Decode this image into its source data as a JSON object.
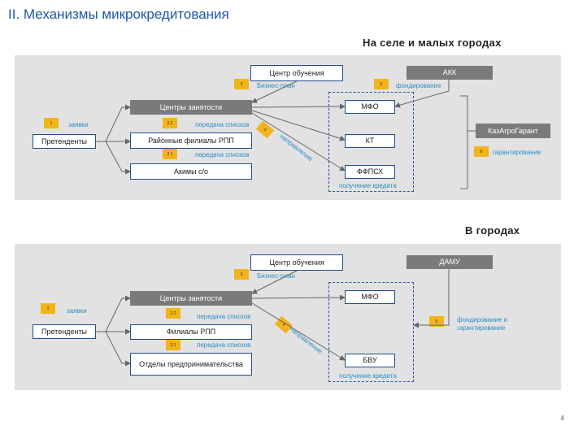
{
  "title": "II. Механизмы микрокредитования",
  "page_number": "4",
  "rural": {
    "heading": "На селе и малых городах",
    "boxes": {
      "training_center": "Центр обучения",
      "akk": "АКК",
      "employment_centers": "Центры занятости",
      "district_branches": "Районные филиалы РПП",
      "akims": "Акимы с/о",
      "applicants": "Претенденты",
      "mfo": "МФО",
      "kt": "КТ",
      "ffpsh": "ФФПСХ",
      "kazagrogarant": "КазАгроГарант"
    },
    "labels": {
      "business_plan": "Бизнес-план",
      "funding": "фондирование",
      "applications": "заявки",
      "list_transfer_1": "передача списков",
      "list_transfer_2": "передача списков",
      "direction": "направление",
      "guarantee": "гарантирование",
      "loan_receipt": "получение кредита"
    },
    "badges": {
      "b1": "1",
      "b22": "2.2",
      "b21": "2.1",
      "b3": "3",
      "b4": "4",
      "b5": "5",
      "b6": "6"
    }
  },
  "city": {
    "heading": "В городах",
    "boxes": {
      "training_center": "Центр обучения",
      "damu": "ДАМУ",
      "employment_centers": "Центры занятости",
      "rpp_branches": "Филиалы РПП",
      "entrepreneurship_depts": "Отделы предпринимательства",
      "applicants": "Претенденты",
      "mfo": "МФО",
      "bvu": "БВУ"
    },
    "labels": {
      "business_plan": "Бизнес-план",
      "applications": "заявки",
      "list_transfer_1": "передача списков",
      "list_transfer_2": "передача списков",
      "direction": "направление",
      "funding_guarantee": "фондирование и гарантирование",
      "loan_receipt": "получение кредита"
    },
    "badges": {
      "b1": "1",
      "b22": "2.2",
      "b21": "2.1",
      "b3": "3",
      "b4": "4",
      "b5": "5"
    }
  },
  "colors": {
    "title": "#1f57a8",
    "panel": "#e2e2e2",
    "gray_box": "#7a7a7a",
    "badge": "#f2b418",
    "label": "#2a8fc8",
    "border": "#1f4f8a"
  }
}
